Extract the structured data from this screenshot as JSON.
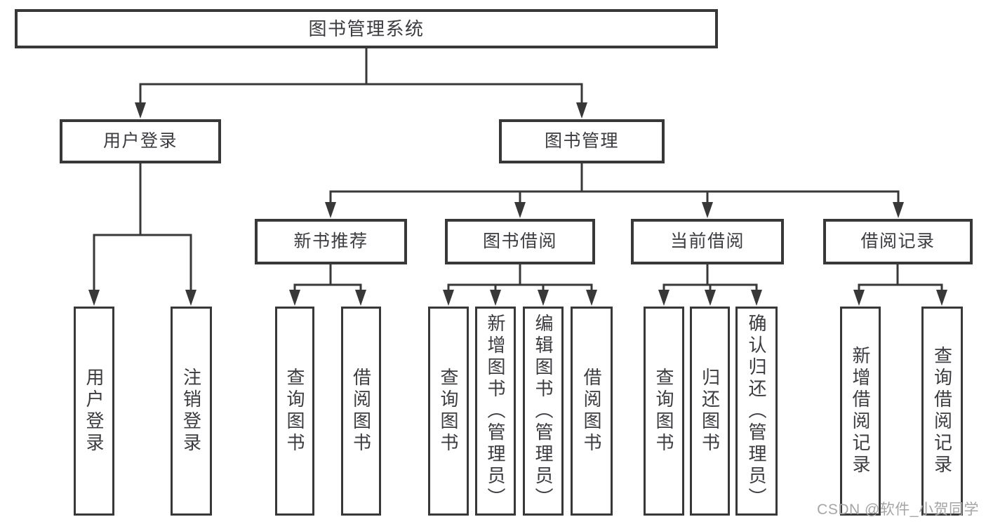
{
  "diagram": {
    "type": "hierarchy-tree",
    "colors": {
      "line": "#383838",
      "box_border": "#383838",
      "text": "#3c3c40",
      "background": "#ffffff",
      "watermark": "#a5a5a5"
    },
    "nodes": {
      "root": {
        "label": "图书管理系统"
      },
      "user_login": {
        "label": "用户登录"
      },
      "book_mgmt": {
        "label": "图书管理"
      },
      "new_book_rec": {
        "label": "新书推荐"
      },
      "book_borrow": {
        "label": "图书借阅"
      },
      "current_borrow": {
        "label": "当前借阅"
      },
      "borrow_records": {
        "label": "借阅记录"
      },
      "leaf_user_login": {
        "label": "用户登录"
      },
      "leaf_logout": {
        "label": "注销登录"
      },
      "leaf_query_book_1": {
        "label": "查询图书"
      },
      "leaf_borrow_book_1": {
        "label": "借阅图书"
      },
      "leaf_query_book_2": {
        "label": "查询图书"
      },
      "leaf_add_book": {
        "label": "新增图书（管理员）"
      },
      "leaf_edit_book": {
        "label": "编辑图书（管理员）"
      },
      "leaf_borrow_book_2": {
        "label": "借阅图书"
      },
      "leaf_query_book_3": {
        "label": "查询图书"
      },
      "leaf_return_book": {
        "label": "归还图书"
      },
      "leaf_confirm_return": {
        "label": "确认归还（管理员）"
      },
      "leaf_add_record": {
        "label": "新增借阅记录"
      },
      "leaf_query_record": {
        "label": "查询借阅记录"
      }
    },
    "hierarchy": [
      {
        "parent": "图书管理系统",
        "children": [
          "用户登录",
          "图书管理"
        ]
      },
      {
        "parent": "用户登录",
        "children": [
          "用户登录",
          "注销登录"
        ]
      },
      {
        "parent": "图书管理",
        "children": [
          "新书推荐",
          "图书借阅",
          "当前借阅",
          "借阅记录"
        ]
      },
      {
        "parent": "新书推荐",
        "children": [
          "查询图书",
          "借阅图书"
        ]
      },
      {
        "parent": "图书借阅",
        "children": [
          "查询图书",
          "新增图书（管理员）",
          "编辑图书（管理员）",
          "借阅图书"
        ]
      },
      {
        "parent": "当前借阅",
        "children": [
          "查询图书",
          "归还图书",
          "确认归还（管理员）"
        ]
      },
      {
        "parent": "借阅记录",
        "children": [
          "新增借阅记录",
          "查询借阅记录"
        ]
      }
    ],
    "watermark": {
      "text": "CSDN @软件_小贺同学"
    }
  }
}
